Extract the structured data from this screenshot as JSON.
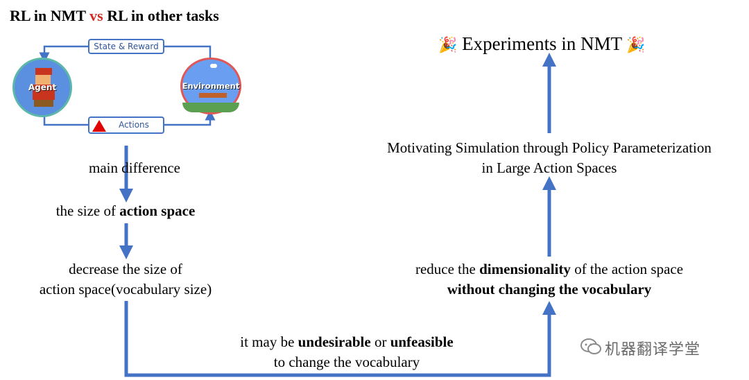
{
  "title": {
    "part1": "RL in NMT ",
    "vs": "vs",
    "part2": " RL in other tasks"
  },
  "loop": {
    "state_reward": "State & Reward",
    "actions": "Actions",
    "agent": "Agent",
    "environment": "Environment"
  },
  "left": {
    "main_difference": "main  difference",
    "size_prefix": "the size of ",
    "size_bold": "action space",
    "decrease_line1": "decrease the size of",
    "decrease_line2": "action space(vocabulary size)"
  },
  "bottom": {
    "line1_a": "it may be ",
    "line1_b": "undesirable",
    "line1_c": " or ",
    "line1_d": "unfeasible",
    "line2": "to change the vocabulary"
  },
  "right": {
    "reduce_a": "reduce the ",
    "reduce_b": "dimensionality",
    "reduce_c": " of the action space",
    "reduce_line2": "without changing the vocabulary",
    "motivating_line1": "Motivating Simulation through Policy Parameterization",
    "motivating_line2": "in Large Action Spaces",
    "experiments": "Experiments in NMT",
    "party_icon": "🎉"
  },
  "watermark": {
    "text": "机器翻译学堂",
    "icon": "wechat-icon"
  },
  "colors": {
    "arrow": "#4472c4",
    "vs": "#d62b24"
  }
}
